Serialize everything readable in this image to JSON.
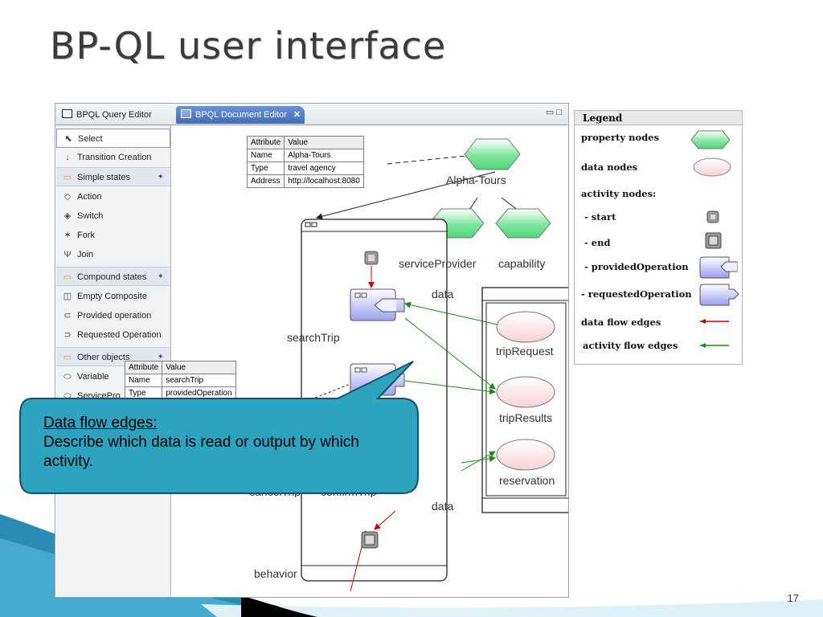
{
  "slide": {
    "title": "BP-QL user interface",
    "page_number": "17"
  },
  "editor": {
    "tabs": [
      {
        "label": "BPQL Query Editor"
      },
      {
        "label": "BPQL Document Editor"
      }
    ],
    "palette": {
      "items": [
        {
          "label": "Select",
          "icon": "cursor-icon"
        },
        {
          "label": "Transition Creation",
          "icon": "arrow-down-icon"
        },
        {
          "label": "Simple states",
          "icon": "folder-icon"
        },
        {
          "label": "Action",
          "icon": "action-icon"
        },
        {
          "label": "Switch",
          "icon": "switch-icon"
        },
        {
          "label": "Fork",
          "icon": "fork-icon"
        },
        {
          "label": "Join",
          "icon": "join-icon"
        },
        {
          "label": "Compound states",
          "icon": "folder-icon"
        },
        {
          "label": "Empty Composite",
          "icon": "composite-icon"
        },
        {
          "label": "Provided operation",
          "icon": "provided-operation-icon"
        },
        {
          "label": "Requested Operation",
          "icon": "requested-operation-icon"
        },
        {
          "label": "Other objects",
          "icon": "folder-icon"
        },
        {
          "label": "Variable",
          "icon": "variable-icon"
        },
        {
          "label": "ServicePro",
          "icon": "service-icon"
        }
      ]
    },
    "attr_table_1": {
      "header": [
        "Attribute",
        "Value"
      ],
      "rows": [
        [
          "Name",
          "Alpha-Tours"
        ],
        [
          "Type",
          "travel agency"
        ],
        [
          "Address",
          "http://localhost:8080"
        ]
      ]
    },
    "attr_table_2": {
      "header": [
        "Attribute",
        "Value"
      ],
      "rows": [
        [
          "Name",
          "searchTrip"
        ],
        [
          "Type",
          "providedOperation"
        ]
      ]
    },
    "nodes": {
      "alpha_tours": "Alpha-Tours",
      "service_provider": "serviceProvider",
      "capability": "capability",
      "search_trip": "searchTrip",
      "trip_request": "tripRequest",
      "trip_results": "tripResults",
      "reservation": "reservation",
      "cancel_trip": "cancelTrip",
      "confirm_trip": "confirmTrip"
    },
    "containers": {
      "data_top": "data",
      "data_bottom": "data",
      "behavior": "behavior"
    }
  },
  "legend": {
    "title": "Legend",
    "items": [
      {
        "label": "property nodes"
      },
      {
        "label": "data nodes"
      },
      {
        "label": "activity nodes:"
      },
      {
        "label": "- start"
      },
      {
        "label": "- end"
      },
      {
        "label": "- providedOperation"
      },
      {
        "label": "- requestedOperation"
      },
      {
        "label": "data flow edges"
      },
      {
        "label": "activity flow edges"
      }
    ]
  },
  "callout": {
    "heading": "Data flow edges:",
    "body": "Describe which data is read or output by which activity."
  },
  "colors": {
    "data_flow_edge": "#cc0000",
    "activity_flow_edge": "#1a8a1a",
    "property_node": "#66e08a",
    "data_node": "#f7d9dc",
    "operation_node": "#9fa3ef",
    "callout_fill": "#2ea3bf"
  }
}
